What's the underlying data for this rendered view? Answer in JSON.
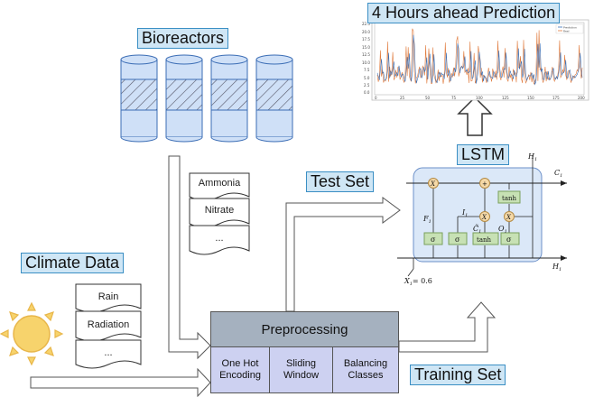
{
  "labels": {
    "bioreactors": "Bioreactors",
    "prediction": "4 Hours ahead Prediction",
    "lstm": "LSTM",
    "test_set": "Test Set",
    "climate": "Climate Data",
    "training_set": "Training Set"
  },
  "bioreactor_docs": [
    "Ammonia",
    "Nitrate",
    "..."
  ],
  "climate_docs": [
    "Rain",
    "Radiation",
    "..."
  ],
  "preprocessing": {
    "title": "Preprocessing",
    "steps": [
      {
        "line1": "One Hot",
        "line2": "Encoding"
      },
      {
        "line1": "Sliding",
        "line2": "Window"
      },
      {
        "line1": "Balancing",
        "line2": "Classes"
      }
    ]
  },
  "lstm_cell": {
    "h_top": "H",
    "c_out": "C",
    "f_label": "F",
    "i_label": "I",
    "c_tilde": "C̃",
    "o_label": "O",
    "sigma": "σ",
    "tanh": "tanh",
    "times": "X",
    "plus": "+",
    "x_input": "X",
    "x_value": "= 0.6",
    "h_out": "H",
    "sub": "1"
  },
  "prediction_chart": {
    "yticks": [
      "22.5",
      "20.0",
      "17.5",
      "15.0",
      "12.5",
      "10.0",
      "7.5",
      "5.0",
      "2.5",
      "0.0"
    ],
    "xticks": [
      "0",
      "25",
      "50",
      "75",
      "100",
      "125",
      "150",
      "175",
      "200"
    ],
    "legend": [
      "Prediction",
      "Real"
    ]
  }
}
